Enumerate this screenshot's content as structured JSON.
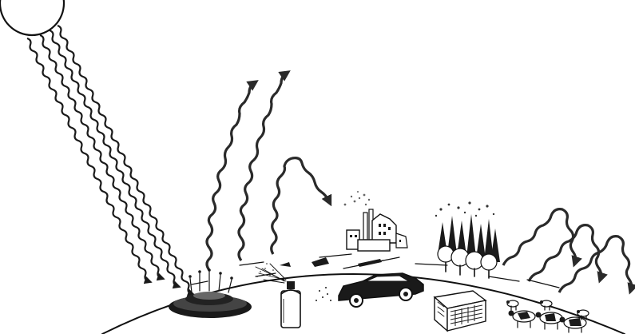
{
  "diagram": {
    "type": "illustration",
    "subject": "greenhouse-effect",
    "colors": {
      "ink": "#111111",
      "background": "#ffffff",
      "outgoing_ray": "#2a2a2a"
    },
    "elements": {
      "sun": "sun-icon",
      "incoming_rays": 4,
      "escaping_rays": 2,
      "reflected_rays": 4,
      "emission_sources": [
        "burning-landfill-icon",
        "aerosol-spray-can-icon",
        "car-icon",
        "factory-icon",
        "burning-forest-icon",
        "air-conditioner-icon",
        "cattle-icon"
      ]
    }
  }
}
